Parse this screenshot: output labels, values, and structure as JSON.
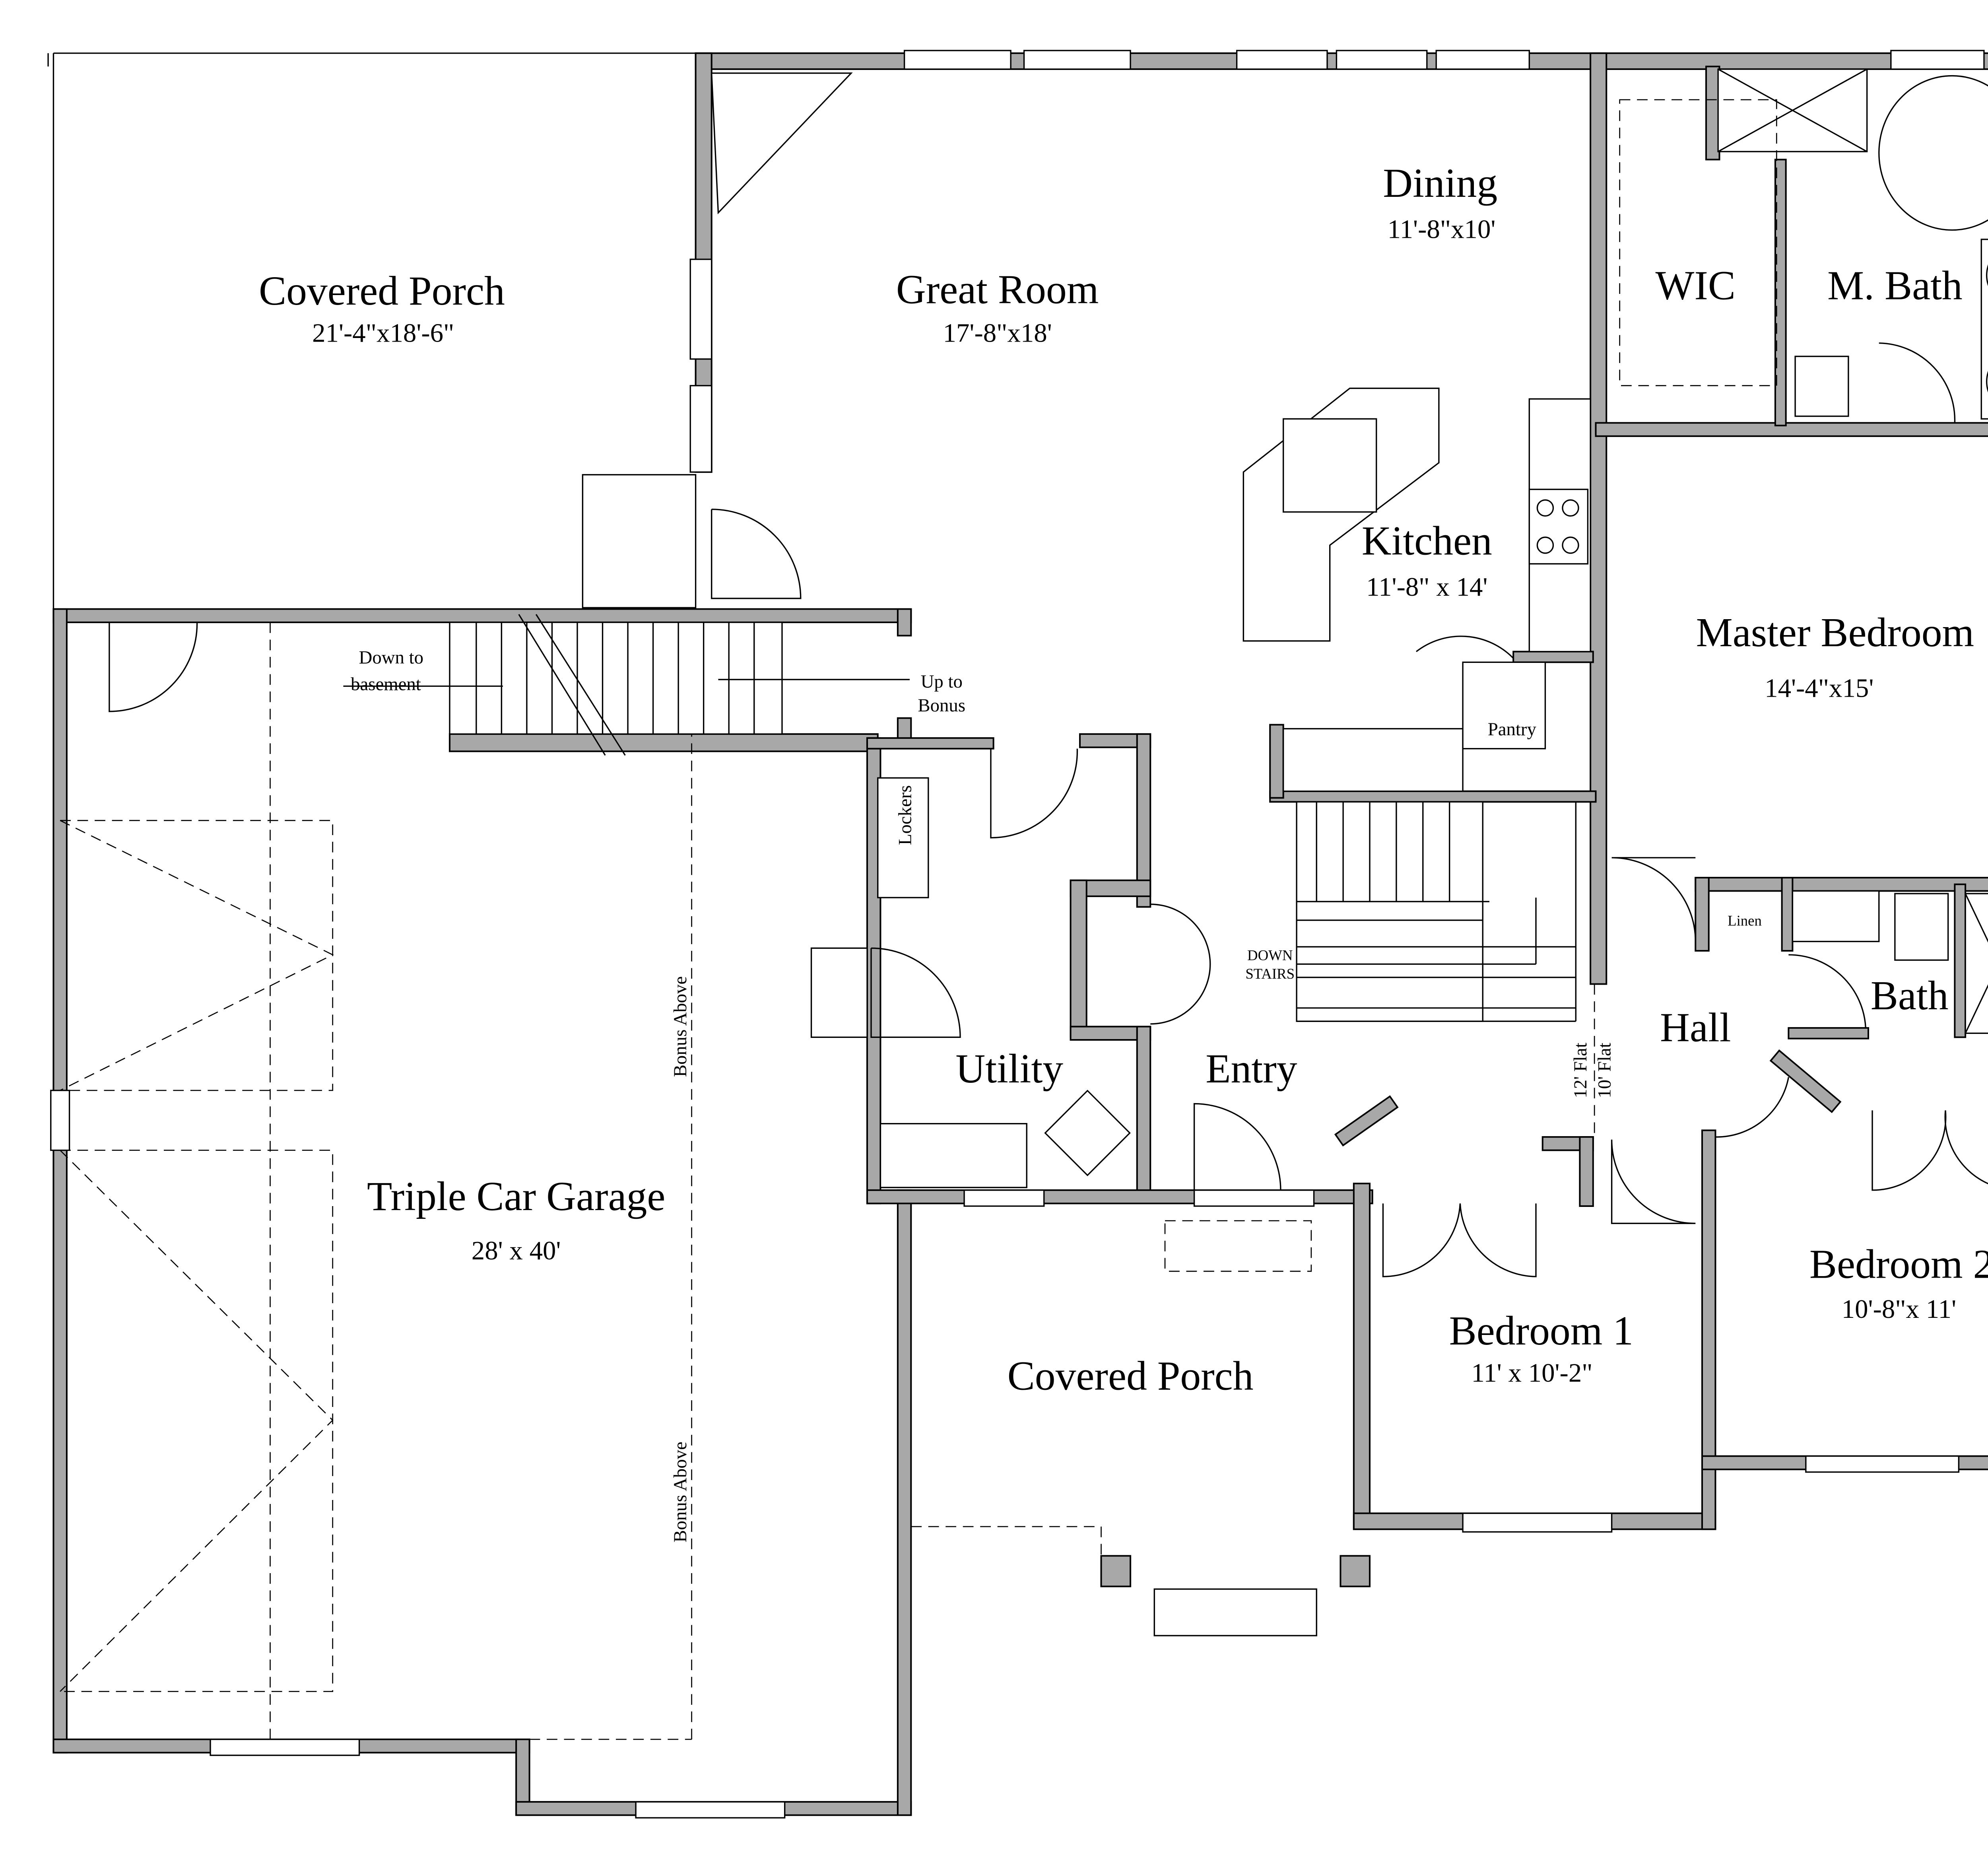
{
  "plan": {
    "rooms": {
      "covered_porch_rear": {
        "name": "Covered Porch",
        "size": "21'-4\"x18'-6\""
      },
      "great_room": {
        "name": "Great Room",
        "size": "17'-8\"x18'"
      },
      "dining": {
        "name": "Dining",
        "size": "11'-8\"x10'"
      },
      "wic": {
        "name": "WIC"
      },
      "master_bath": {
        "name": "M. Bath"
      },
      "kitchen": {
        "name": "Kitchen",
        "size": "11'-8\" x 14'"
      },
      "master_bedroom": {
        "name": "Master Bedroom",
        "size": "14'-4\"x15'"
      },
      "pantry": {
        "name": "Pantry"
      },
      "linen": {
        "name": "Linen"
      },
      "bath": {
        "name": "Bath"
      },
      "hall": {
        "name": "Hall"
      },
      "utility": {
        "name": "Utility"
      },
      "entry": {
        "name": "Entry"
      },
      "lockers": {
        "name": "Lockers"
      },
      "garage": {
        "name": "Triple Car Garage",
        "size": "28' x 40'"
      },
      "bedroom2": {
        "name": "Bedroom 2",
        "size": "10'-8\"x 11'"
      },
      "bedroom1": {
        "name": "Bedroom 1",
        "size": "11' x 10'-2\""
      },
      "covered_porch_front": {
        "name": "Covered Porch"
      }
    },
    "notes": {
      "down_basement_1": "Down to",
      "down_basement_2": "basement",
      "up_bonus_1": "Up to",
      "up_bonus_2": "Bonus",
      "down_stairs_1": "DOWN",
      "down_stairs_2": "STAIRS",
      "ceiling_12": "12' Flat",
      "ceiling_10": "10' Flat",
      "bonus_above_1": "Bonus Above",
      "bonus_above_2": "Bonus Above"
    }
  }
}
